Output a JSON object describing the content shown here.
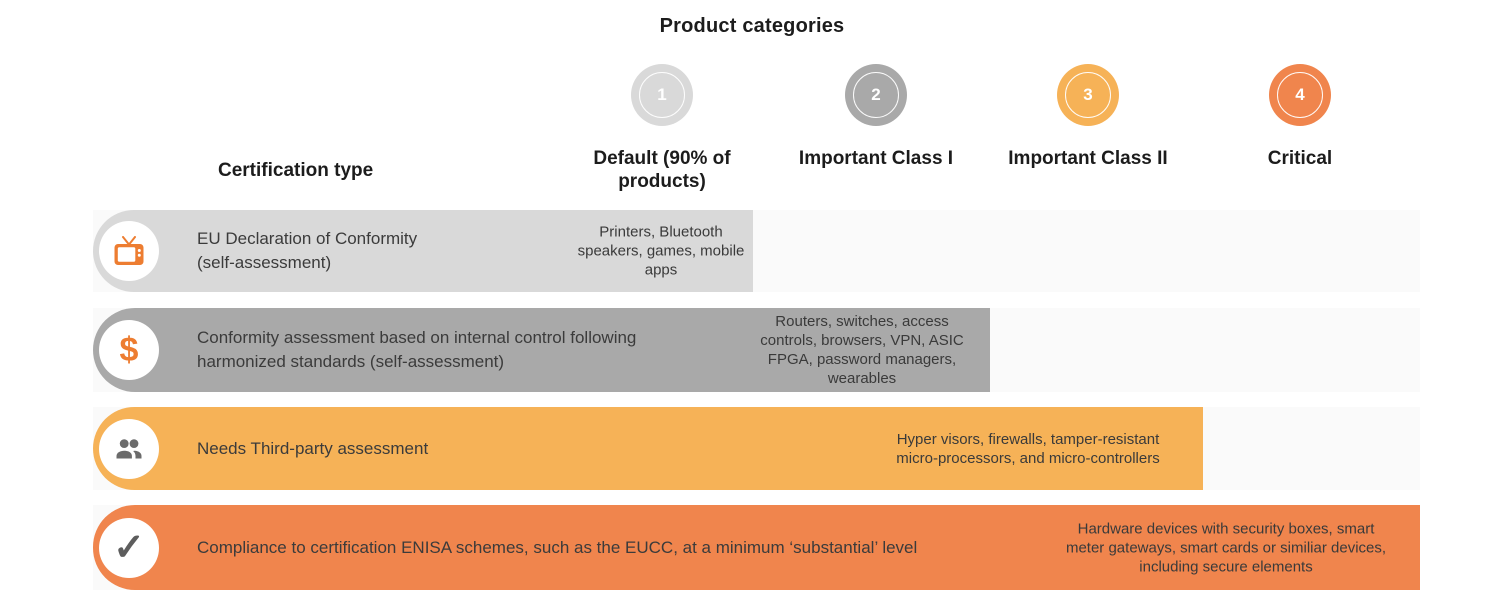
{
  "title": "Product categories",
  "table": {
    "cert_type_header": "Certification type",
    "columns": [
      {
        "number": "1",
        "label": "Default (90% of\nproducts)",
        "color": "#d9d9d9"
      },
      {
        "number": "2",
        "label": "Important Class I",
        "color": "#a9a9a9"
      },
      {
        "number": "3",
        "label": "Important Class II",
        "color": "#f6b257"
      },
      {
        "number": "4",
        "label": "Critical",
        "color": "#f0854d"
      }
    ],
    "rows": [
      {
        "icon": "tv-icon",
        "certification": "EU Declaration of Conformity\n(self-assessment)",
        "products": "Printers, Bluetooth\nspeakers, games, mobile\napps",
        "bar_color": "#d9d9d9"
      },
      {
        "icon": "dollar-icon",
        "certification": "Conformity assessment based on internal control following\nharmonized standards (self-assessment)",
        "products": "Routers, switches, access\ncontrols, browsers, VPN, ASIC\nFPGA, password managers,\nwearables",
        "bar_color": "#a9a9a9"
      },
      {
        "icon": "people-icon",
        "certification": "Needs Third-party assessment",
        "products": "Hyper visors, firewalls, tamper-resistant\nmicro-processors, and micro-controllers",
        "bar_color": "#f6b257"
      },
      {
        "icon": "check-icon",
        "certification": "Compliance to certification ENISA schemes, such as the EUCC, at a minimum ‘substantial’ level",
        "products": "Hardware devices with security boxes, smart\nmeter gateways, smart cards or similiar devices,\nincluding secure elements",
        "bar_color": "#f0854d"
      }
    ]
  },
  "colors": {
    "category_1": "#d9d9d9",
    "category_2": "#a9a9a9",
    "category_3": "#f6b257",
    "category_4": "#f0854d",
    "row_track_background": "#fafafa",
    "icon_orange": "#ed7d31",
    "icon_gray": "#6b6b6b",
    "text_dark": "#3b3b3b"
  }
}
